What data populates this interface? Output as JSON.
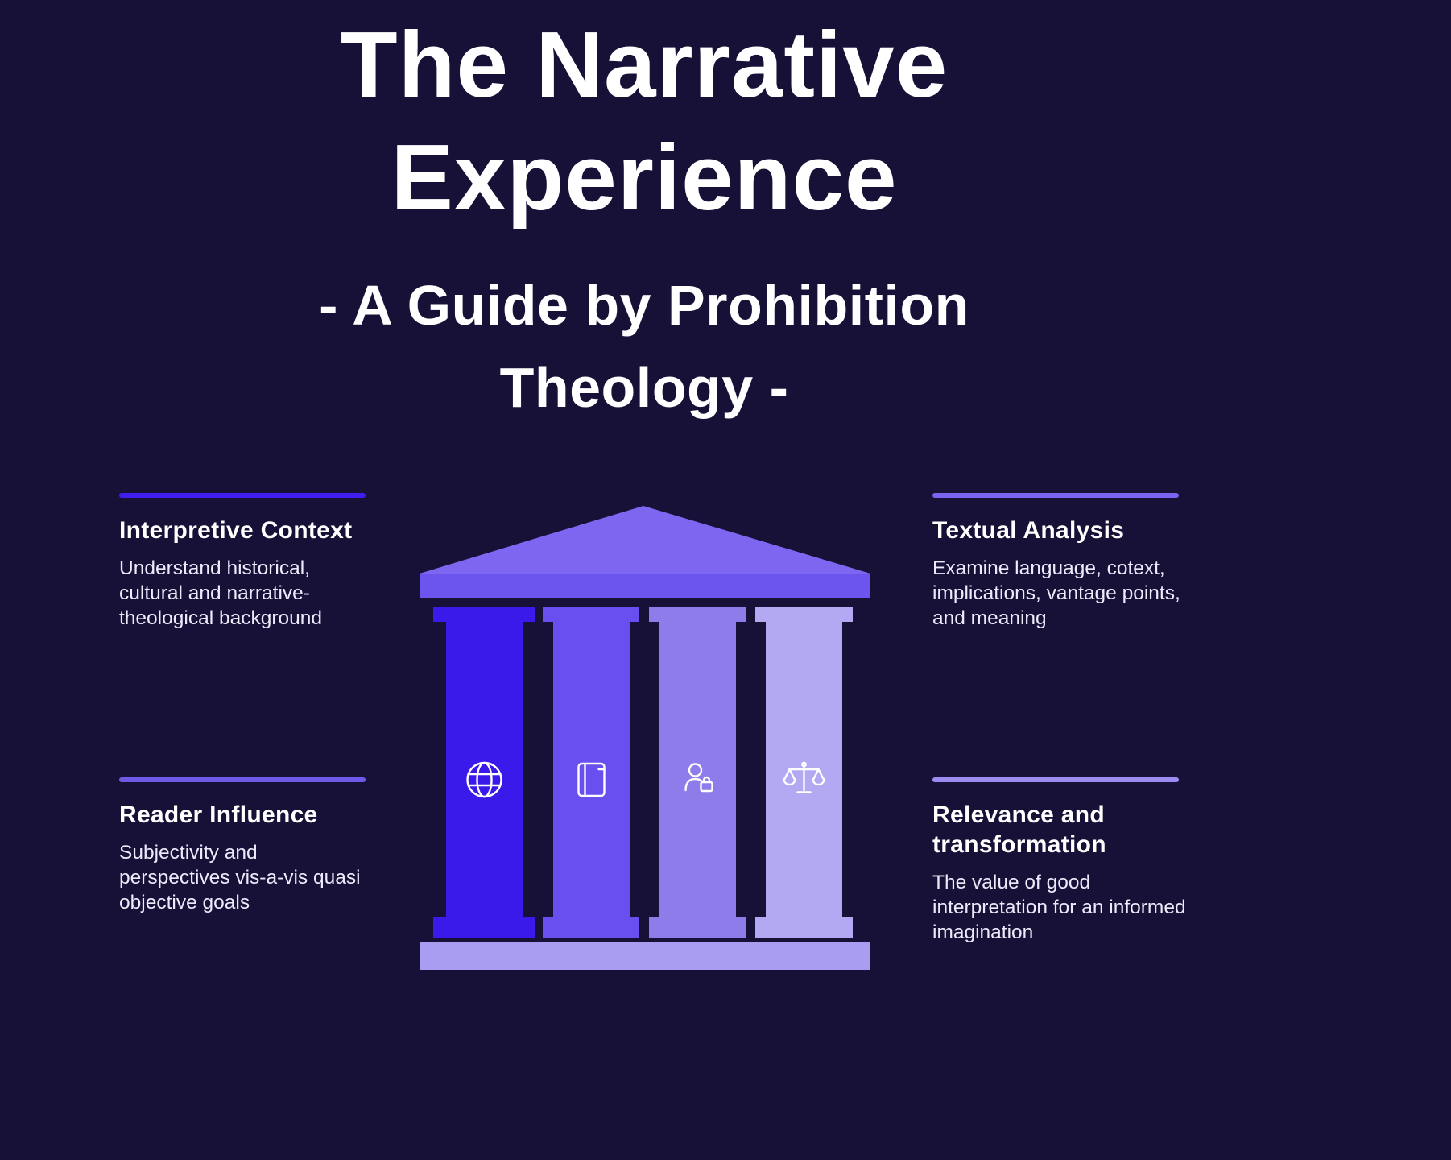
{
  "header": {
    "title": "The Narrative Experience",
    "subtitle": "- A Guide by Prohibition Theology -"
  },
  "sections": {
    "interpretive_context": {
      "heading": "Interpretive Context",
      "body": "Understand historical, cultural and narrative-theological background"
    },
    "textual_analysis": {
      "heading": "Textual Analysis",
      "body": "Examine language, cotext, implications, vantage points, and meaning"
    },
    "reader_influence": {
      "heading": "Reader Influence",
      "body": "Subjectivity and perspectives vis-a-vis quasi objective goals"
    },
    "relevance_transformation": {
      "heading": "Relevance and transformation",
      "body": "The value of good interpretation for an informed imagination"
    }
  },
  "temple": {
    "pillar_icons": [
      "globe-icon",
      "book-icon",
      "person-lock-icon",
      "scales-icon"
    ],
    "pillar_count": 4
  },
  "colors": {
    "background": "#181137",
    "title_text": "#ffffff",
    "body_text": "#eceafb",
    "accent_tl": "#3f1ef2",
    "accent_tr": "#7a63f0",
    "accent_bl": "#6e5ae9",
    "accent_br": "#9c8cf2",
    "pediment": "#7e66f1",
    "entablature": "#6c54ee",
    "col_1": "#3a1aea",
    "col_2": "#6a4ff0",
    "col_3": "#8d7ce9",
    "col_4": "#b3a8f2",
    "stylobate": "#a99df1",
    "icon_stroke": "#ffffff"
  }
}
